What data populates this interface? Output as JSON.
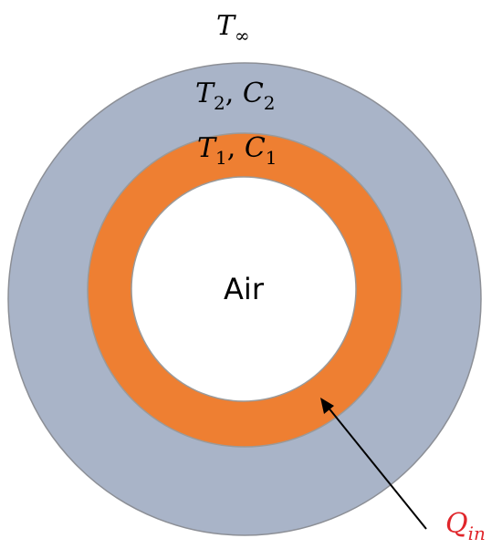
{
  "colors": {
    "background": "#ffffff",
    "outer_layer_fill": "#a9b4c8",
    "outer_layer_stroke": "#8c8f96",
    "inner_layer_fill": "#ee7f32",
    "inner_layer_stroke": "#9a9a9a",
    "core_fill": "#ffffff",
    "heat_label_color": "#e0262b",
    "arrow_color": "#000000",
    "text_color": "#000000"
  },
  "labels": {
    "ambient": {
      "symbol": "T",
      "subscript": "∞"
    },
    "outer_layer": {
      "t_symbol": "T",
      "t_sub": "2",
      "sep": ", ",
      "c_symbol": "C",
      "c_sub": "2"
    },
    "inner_layer": {
      "t_symbol": "T",
      "t_sub": "1",
      "sep": ", ",
      "c_symbol": "C",
      "c_sub": "1"
    },
    "core": "Air",
    "heat_input": {
      "symbol": "Q",
      "subscript": "in"
    }
  }
}
